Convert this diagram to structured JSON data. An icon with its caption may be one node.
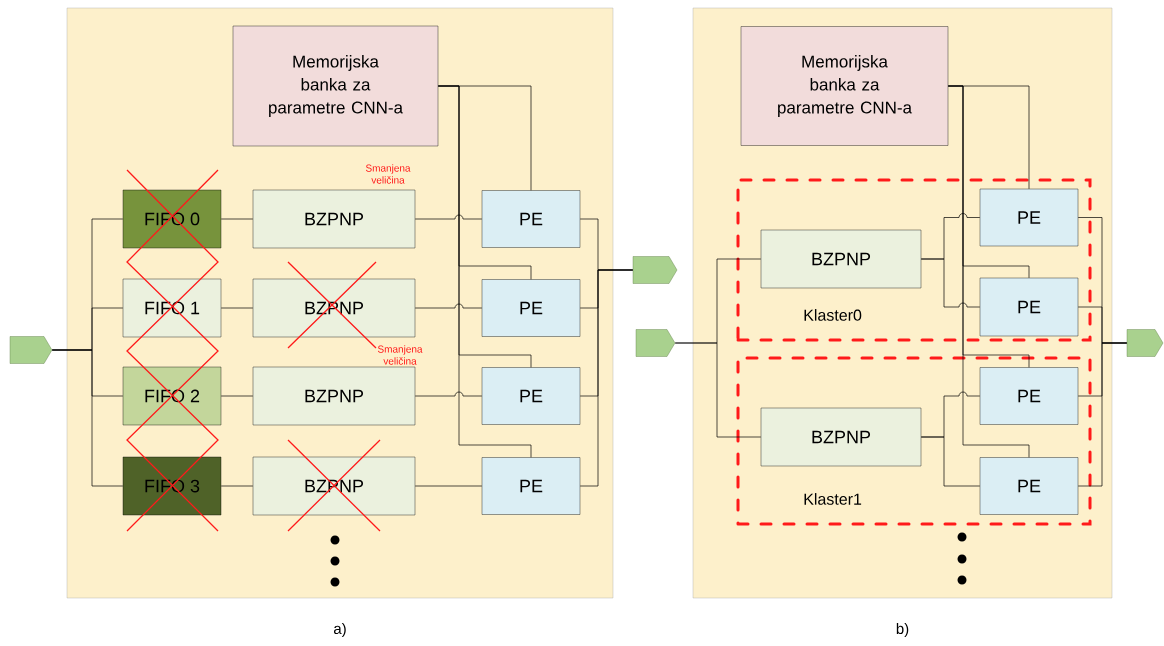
{
  "diagram": {
    "nodes": [
      {
        "text": [],
        "shape": "box",
        "beside": [
          "a)"
        ]
      },
      {
        "text": [],
        "shape": "pentagon"
      },
      {
        "text": [
          "Memorijska banka za parametre CNN-a"
        ],
        "in": 0
      },
      {
        "text": [
          "FIFO 0"
        ],
        "in": 0
      },
      {
        "text": [
          "BZPNP"
        ],
        "in": 0
      },
      {
        "text": [
          "PE"
        ],
        "in": 0
      },
      {
        "text": [
          "FIFO 1"
        ],
        "in": 0
      },
      {
        "text": [
          "BZPNP"
        ],
        "in": 0
      },
      {
        "text": [
          "PE"
        ],
        "in": 0
      },
      {
        "text": [
          "FIFO 2"
        ],
        "in": 0
      },
      {
        "text": [
          "BZPNP"
        ],
        "in": 0
      },
      {
        "text": [
          "PE"
        ],
        "in": 0
      },
      {
        "text": [
          "FIFO 3"
        ],
        "in": 0
      },
      {
        "text": [
          "BZPNP"
        ],
        "in": 0
      },
      {
        "text": [
          "PE"
        ],
        "in": 0
      },
      {
        "text": [],
        "shape": "pentagon"
      },
      {
        "text": [],
        "shape": "box",
        "beside": [
          "b)"
        ]
      },
      {
        "text": [],
        "shape": "pentagon"
      },
      {
        "text": [
          "Memorijska banka za parametre CNN-a"
        ],
        "in": 16
      },
      {
        "text": [
          "Klaster0"
        ],
        "in": 16
      },
      {
        "text": [
          "BZPNP"
        ],
        "in": 19
      },
      {
        "text": [
          "PE"
        ],
        "in": 19
      },
      {
        "text": [
          "PE"
        ],
        "in": 19
      },
      {
        "text": [
          "Klaster1"
        ],
        "in": 16
      },
      {
        "text": [
          "BZPNP"
        ],
        "in": 23
      },
      {
        "text": [
          "PE"
        ],
        "in": 23
      },
      {
        "text": [
          "PE"
        ],
        "in": 23
      },
      {
        "text": [],
        "shape": "pentagon"
      }
    ],
    "edges": [
      {
        "from": 1,
        "to": 3,
        "arrow": "none"
      },
      {
        "from": 1,
        "to": 6,
        "arrow": "none"
      },
      {
        "from": 1,
        "to": 9,
        "arrow": "none"
      },
      {
        "from": 1,
        "to": 12,
        "arrow": "none"
      },
      {
        "from": 3,
        "to": 4,
        "arrow": "none"
      },
      {
        "from": 6,
        "to": 7,
        "arrow": "none"
      },
      {
        "from": 9,
        "to": 10,
        "arrow": "none"
      },
      {
        "from": 12,
        "to": 13,
        "arrow": "none"
      },
      {
        "from": 4,
        "to": 5,
        "arrow": "none"
      },
      {
        "from": 7,
        "to": 8,
        "arrow": "none"
      },
      {
        "from": 10,
        "to": 11,
        "arrow": "none"
      },
      {
        "from": 13,
        "to": 14,
        "arrow": "none"
      },
      {
        "from": 2,
        "to": 5,
        "arrow": "none"
      },
      {
        "from": 2,
        "to": 8,
        "arrow": "none"
      },
      {
        "from": 2,
        "to": 11,
        "arrow": "none"
      },
      {
        "from": 2,
        "to": 14,
        "arrow": "none"
      },
      {
        "from": 5,
        "to": 15,
        "arrow": "none"
      },
      {
        "from": 8,
        "to": 15,
        "arrow": "none"
      },
      {
        "from": 11,
        "to": 15,
        "arrow": "none"
      },
      {
        "from": 14,
        "to": 15,
        "arrow": "none"
      },
      {
        "from": 17,
        "to": 20,
        "arrow": "none"
      },
      {
        "from": 17,
        "to": 24,
        "arrow": "none"
      },
      {
        "from": 20,
        "to": 21,
        "arrow": "none"
      },
      {
        "from": 20,
        "to": 22,
        "arrow": "none"
      },
      {
        "from": 24,
        "to": 25,
        "arrow": "none"
      },
      {
        "from": 24,
        "to": 26,
        "arrow": "none"
      },
      {
        "from": 18,
        "to": 21,
        "arrow": "none"
      },
      {
        "from": 18,
        "to": 22,
        "arrow": "none"
      },
      {
        "from": 18,
        "to": 25,
        "arrow": "none"
      },
      {
        "from": 18,
        "to": 26,
        "arrow": "none"
      },
      {
        "from": 21,
        "to": 27,
        "arrow": "none"
      },
      {
        "from": 22,
        "to": 27,
        "arrow": "none"
      },
      {
        "from": 25,
        "to": 27,
        "arrow": "none"
      },
      {
        "from": 26,
        "to": 27,
        "arrow": "none"
      }
    ],
    "labels": [
      "Smanjena veličina",
      "Smanjena veličina"
    ]
  }
}
